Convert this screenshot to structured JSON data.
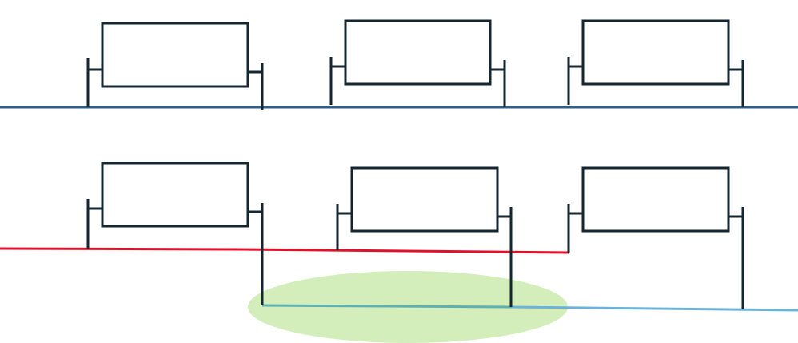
{
  "diagram": {
    "colors": {
      "element_stroke": "#14262f",
      "bus_top": "#2f5f86",
      "bus_red": "#e0112a",
      "bus_blue": "#6cb3dc",
      "bus_teal": "#5fb0b0",
      "highlight_fill": "#d3edbb",
      "background": "#ffffff"
    },
    "rows": [
      {
        "name": "top-row",
        "components": [
          {
            "name": "component-1"
          },
          {
            "name": "component-2"
          },
          {
            "name": "component-3"
          }
        ]
      },
      {
        "name": "bottom-row",
        "components": [
          {
            "name": "component-4"
          },
          {
            "name": "component-5"
          },
          {
            "name": "component-6"
          }
        ]
      }
    ],
    "lines": [
      "top-bus-line",
      "red-line",
      "blue-line"
    ],
    "highlight": "green-ellipse-highlight"
  }
}
